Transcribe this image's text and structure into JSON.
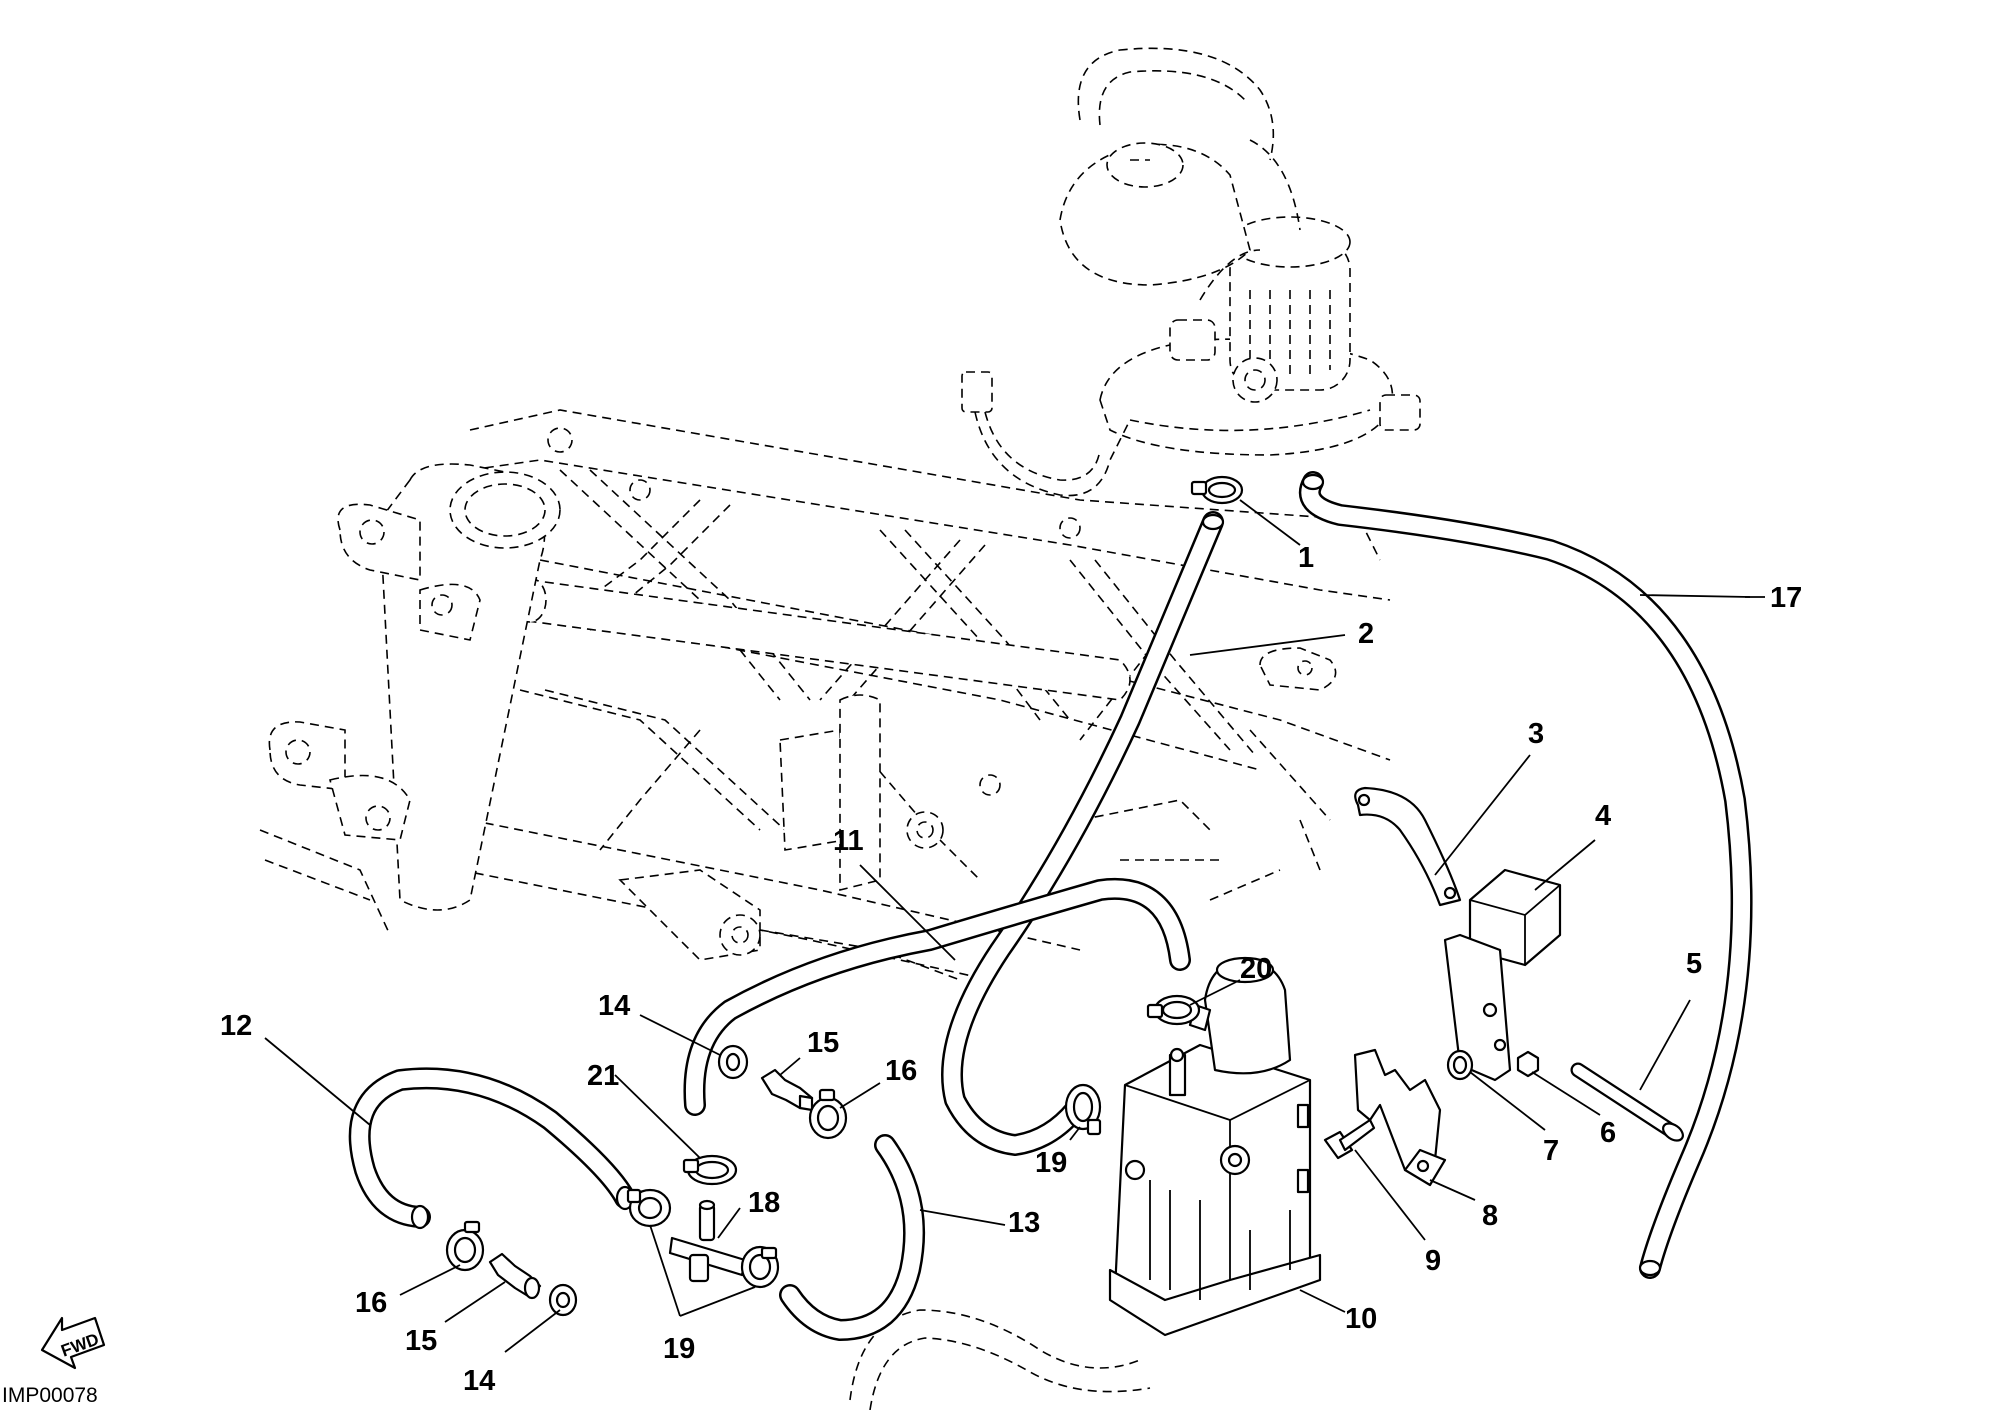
{
  "drawing_code": "IMP00078",
  "fwd_label": "FWD",
  "callouts": [
    "1",
    "2",
    "3",
    "4",
    "5",
    "6",
    "7",
    "8",
    "9",
    "10",
    "11",
    "12",
    "13",
    "14",
    "14",
    "15",
    "15",
    "16",
    "16",
    "17",
    "18",
    "19",
    "19",
    "20",
    "21"
  ]
}
